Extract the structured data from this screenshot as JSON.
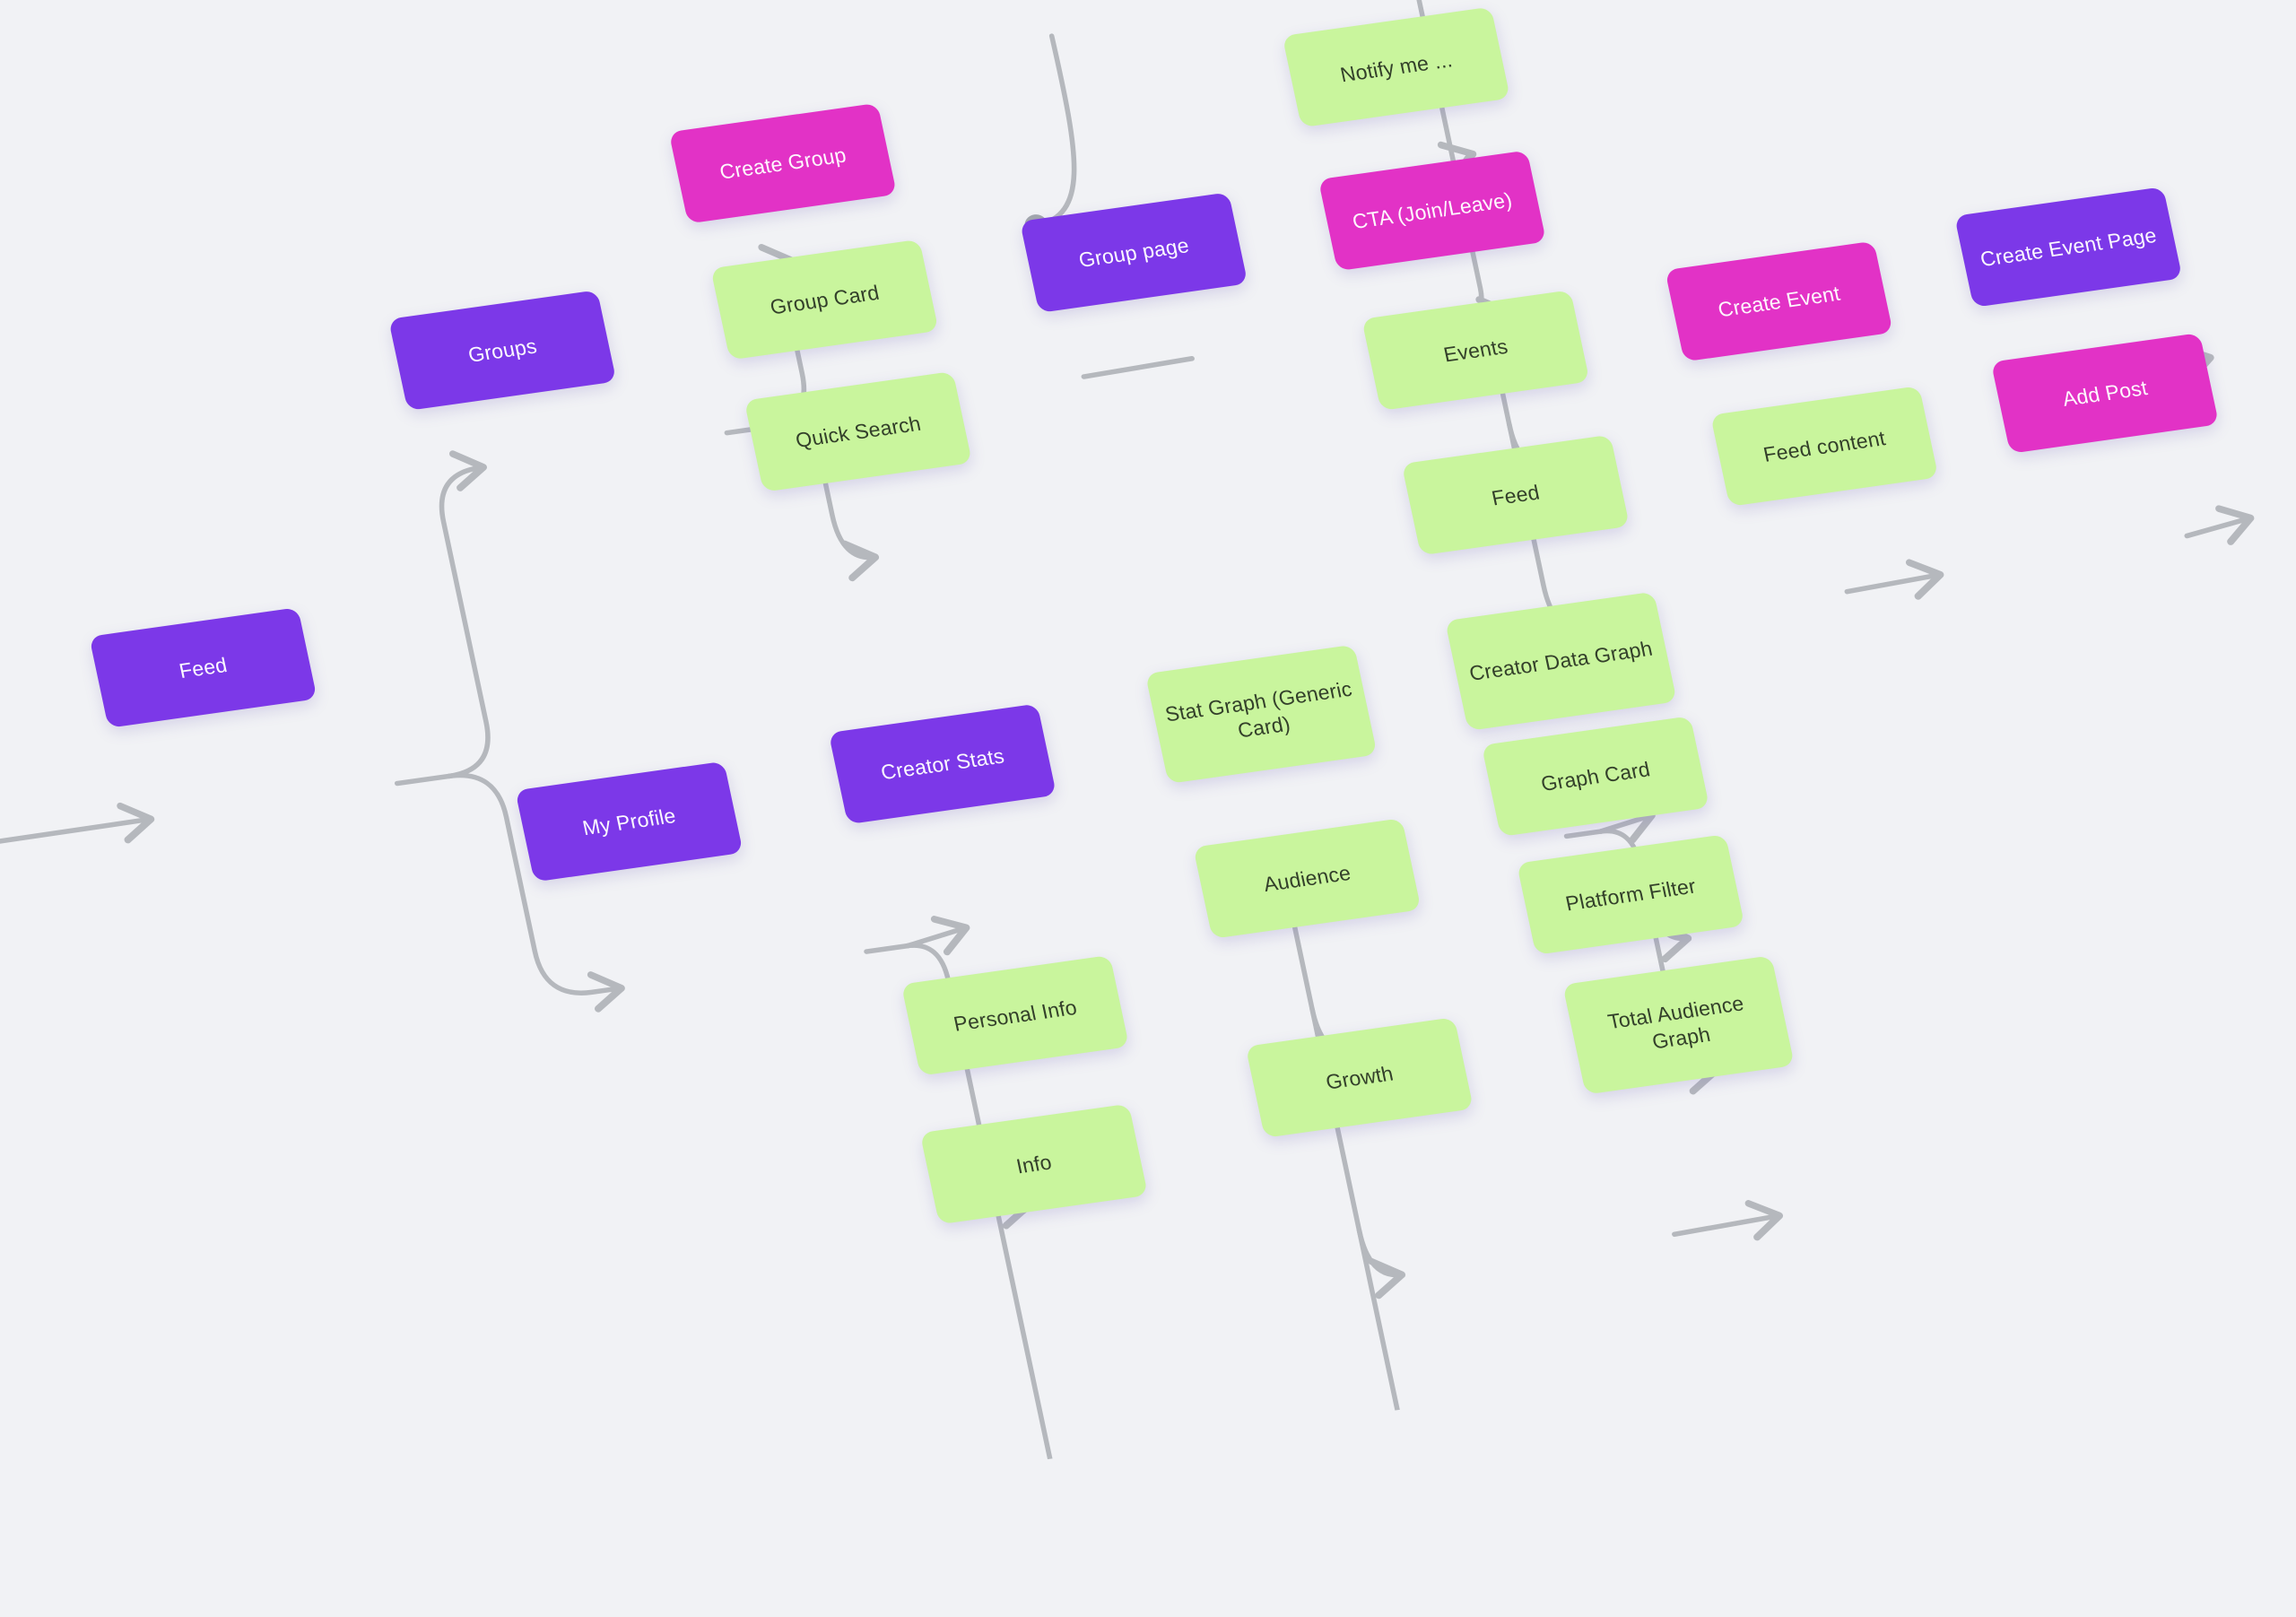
{
  "diagram": {
    "type": "flowchart-sitemap",
    "background": "#f1f2f5",
    "connector_color": "#b5b8bd",
    "node_colors": {
      "purple": "#7c38e8",
      "magenta": "#e232c6",
      "green": "#c9f59d"
    },
    "text_colors": {
      "on_dark": "#ffffff",
      "on_green": "#33402a"
    }
  },
  "nodes": [
    {
      "id": "feed-main",
      "label": "Feed",
      "color": "purple"
    },
    {
      "id": "groups",
      "label": "Groups",
      "color": "purple"
    },
    {
      "id": "create-group",
      "label": "Create Group",
      "color": "magenta"
    },
    {
      "id": "group-card",
      "label": "Group Card",
      "color": "green"
    },
    {
      "id": "quick-search",
      "label": "Quick Search",
      "color": "green"
    },
    {
      "id": "group-page",
      "label": "Group page",
      "color": "purple"
    },
    {
      "id": "notify-me",
      "label": "Notify me ...",
      "color": "green"
    },
    {
      "id": "cta-join-leave",
      "label": "CTA (Join/Leave)",
      "color": "magenta"
    },
    {
      "id": "events",
      "label": "Events",
      "color": "green"
    },
    {
      "id": "feed-sub",
      "label": "Feed",
      "color": "green"
    },
    {
      "id": "create-event",
      "label": "Create Event",
      "color": "magenta"
    },
    {
      "id": "create-event-page",
      "label": "Create Event Page",
      "color": "purple"
    },
    {
      "id": "feed-content",
      "label": "Feed content",
      "color": "green"
    },
    {
      "id": "add-post",
      "label": "Add Post",
      "color": "magenta"
    },
    {
      "id": "my-profile",
      "label": "My Profile",
      "color": "purple"
    },
    {
      "id": "creator-stats",
      "label": "Creator Stats",
      "color": "purple"
    },
    {
      "id": "stat-graph",
      "label": "Stat Graph (Generic Card)",
      "color": "green"
    },
    {
      "id": "audience",
      "label": "Audience",
      "color": "green"
    },
    {
      "id": "personal-info",
      "label": "Personal Info",
      "color": "green"
    },
    {
      "id": "creator-data-graph",
      "label": "Creator Data Graph",
      "color": "green"
    },
    {
      "id": "graph-card",
      "label": "Graph Card",
      "color": "green"
    },
    {
      "id": "platform-filter",
      "label": "Platform Filter",
      "color": "green"
    },
    {
      "id": "growth",
      "label": "Growth",
      "color": "green"
    },
    {
      "id": "total-audience-graph",
      "label": "Total Audience Graph",
      "color": "green"
    },
    {
      "id": "partial-info",
      "label": "Info",
      "color": "green"
    }
  ],
  "edges": [
    {
      "from": "offscreen-left",
      "to": "feed-main",
      "arrow": true
    },
    {
      "from": "feed-main",
      "to": "groups",
      "arrow": true
    },
    {
      "from": "feed-main",
      "to": "my-profile",
      "arrow": true
    },
    {
      "from": "groups",
      "to": "create-group",
      "arrow": true
    },
    {
      "from": "groups",
      "to": "group-card",
      "arrow": true
    },
    {
      "from": "groups",
      "to": "quick-search",
      "arrow": true
    },
    {
      "from": "create-group",
      "to": "offscreen-top",
      "arrow": false
    },
    {
      "from": "group-card",
      "to": "group-page",
      "arrow": false
    },
    {
      "from": "group-page",
      "to": "notify-me",
      "arrow": true
    },
    {
      "from": "group-page",
      "to": "offscreen-top",
      "arrow": false
    },
    {
      "from": "group-page",
      "to": "cta-join-leave",
      "arrow": true
    },
    {
      "from": "group-page",
      "to": "events",
      "arrow": true
    },
    {
      "from": "group-page",
      "to": "feed-sub",
      "arrow": true
    },
    {
      "from": "events",
      "to": "create-event",
      "arrow": true
    },
    {
      "from": "create-event",
      "to": "create-event-page",
      "arrow": true
    },
    {
      "from": "feed-sub",
      "to": "feed-content",
      "arrow": true
    },
    {
      "from": "feed-content",
      "to": "add-post",
      "arrow": true
    },
    {
      "from": "my-profile",
      "to": "creator-stats",
      "arrow": true
    },
    {
      "from": "my-profile",
      "to": "personal-info",
      "arrow": true
    },
    {
      "from": "my-profile",
      "to": "offscreen-bottom",
      "arrow": false
    },
    {
      "from": "creator-stats",
      "to": "stat-graph",
      "arrow": true
    },
    {
      "from": "creator-stats",
      "to": "audience",
      "arrow": true
    },
    {
      "from": "creator-stats",
      "to": "growth",
      "arrow": true
    },
    {
      "from": "creator-stats",
      "to": "offscreen-bottom",
      "arrow": false
    },
    {
      "from": "stat-graph",
      "to": "creator-data-graph",
      "arrow": true
    },
    {
      "from": "stat-graph",
      "to": "graph-card",
      "arrow": true
    },
    {
      "from": "stat-graph",
      "to": "platform-filter",
      "arrow": true
    },
    {
      "from": "growth",
      "to": "total-audience-graph",
      "arrow": true
    }
  ]
}
